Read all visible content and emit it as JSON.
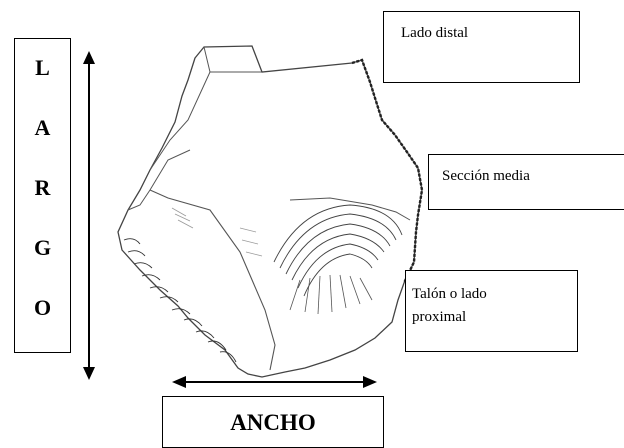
{
  "labels": {
    "largo": [
      "L",
      "A",
      "R",
      "G",
      "O"
    ],
    "ancho": "ANCHO",
    "distal": "Lado distal",
    "media": "Sección media",
    "talon_line1": "Talón o lado",
    "talon_line2": "proximal"
  },
  "colors": {
    "ink": "#000000",
    "sketch": "#555555"
  }
}
